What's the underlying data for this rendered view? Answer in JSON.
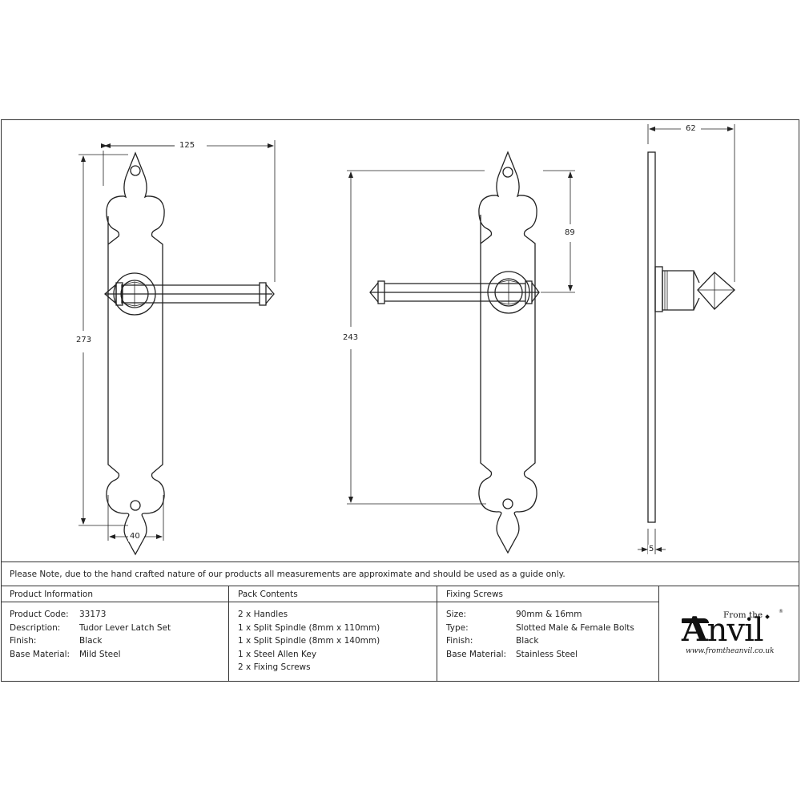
{
  "drawing": {
    "front_view": {
      "dimensions": {
        "width": "125",
        "height": "273",
        "plate_width": "40"
      }
    },
    "rear_view": {
      "dimensions": {
        "height": "243",
        "lever_offset": "89"
      }
    },
    "side_view": {
      "dimensions": {
        "projection": "62",
        "plate_thickness": "5"
      }
    },
    "line_color": "#222222"
  },
  "note": "Please Note, due to the hand crafted nature of our products all measurements are approximate and should be used as a guide only.",
  "product_information": {
    "heading": "Product Information",
    "rows": [
      {
        "label": "Product Code:",
        "value": "33173"
      },
      {
        "label": "Description:",
        "value": "Tudor Lever Latch Set"
      },
      {
        "label": "Finish:",
        "value": "Black"
      },
      {
        "label": "Base Material:",
        "value": "Mild Steel"
      }
    ]
  },
  "pack_contents": {
    "heading": "Pack Contents",
    "items": [
      "2 x Handles",
      "1 x Split Spindle (8mm x 110mm)",
      "1 x Split Spindle (8mm x 140mm)",
      "1 x Steel Allen Key",
      "2 x Fixing Screws"
    ]
  },
  "fixing_screws": {
    "heading": "Fixing Screws",
    "rows": [
      {
        "label": "Size:",
        "value": "90mm & 16mm"
      },
      {
        "label": "Type:",
        "value": "Slotted Male & Female Bolts"
      },
      {
        "label": "Finish:",
        "value": "Black"
      },
      {
        "label": "Base Material:",
        "value": "Stainless Steel"
      }
    ]
  },
  "logo": {
    "from_the": "From the",
    "brand": "Anvil",
    "brand_rest": "nvil",
    "brand_initial": "A",
    "registered": "®",
    "url": "www.fromtheanvil.co.uk"
  }
}
